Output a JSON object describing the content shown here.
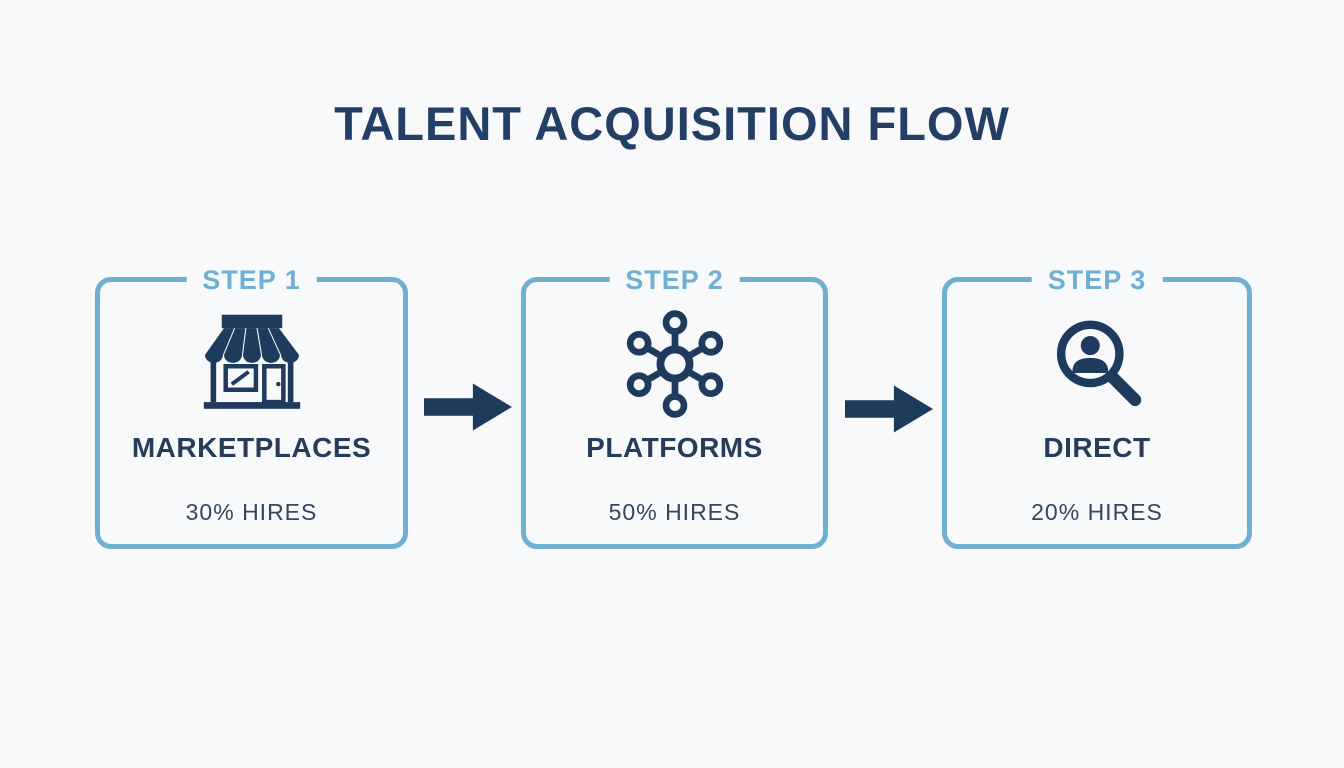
{
  "title": "TALENT ACQUISITION FLOW",
  "steps": [
    {
      "label": "STEP 1",
      "icon": "storefront-icon",
      "name": "MARKETPLACES",
      "stat": "30% HIRES"
    },
    {
      "label": "STEP 2",
      "icon": "network-hub-icon",
      "name": "PLATFORMS",
      "stat": "50% HIRES"
    },
    {
      "label": "STEP 3",
      "icon": "person-search-icon",
      "name": "DIRECT",
      "stat": "20% HIRES"
    }
  ],
  "colors": {
    "navy": "#1e3a5c",
    "title_navy": "#233f66",
    "light_blue": "#6fb0d2",
    "background": "#f7f9fa",
    "stat_color": "#36465c"
  }
}
